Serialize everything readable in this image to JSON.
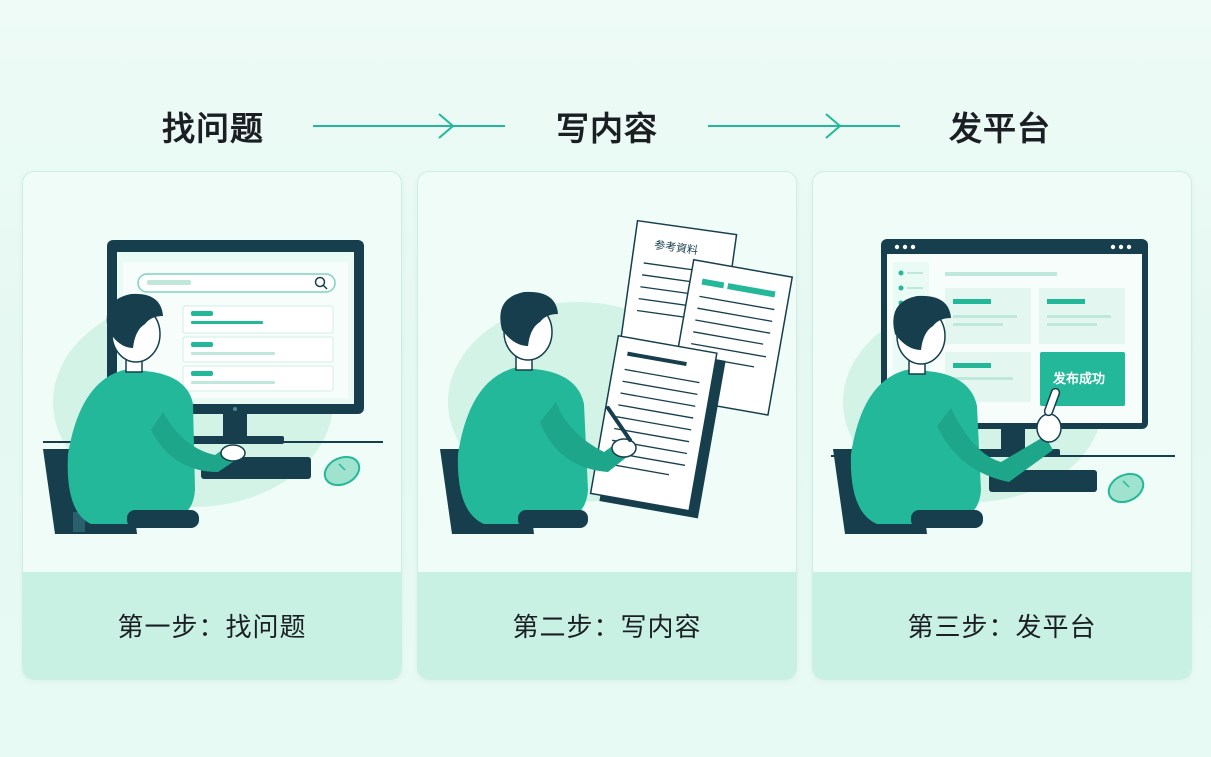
{
  "steps": [
    {
      "title": "找问题",
      "caption": "第一步：找问题"
    },
    {
      "title": "写内容",
      "caption": "第二步：写内容"
    },
    {
      "title": "发平台",
      "caption": "第三步：发平台"
    }
  ],
  "illustrations": {
    "doc_header": "参考資料",
    "publish_badge": "发布成功"
  },
  "colors": {
    "accent": "#23b89a",
    "dark": "#163e4d",
    "card_bg": "#effcf7",
    "footer_bg": "#c8f1e4"
  }
}
